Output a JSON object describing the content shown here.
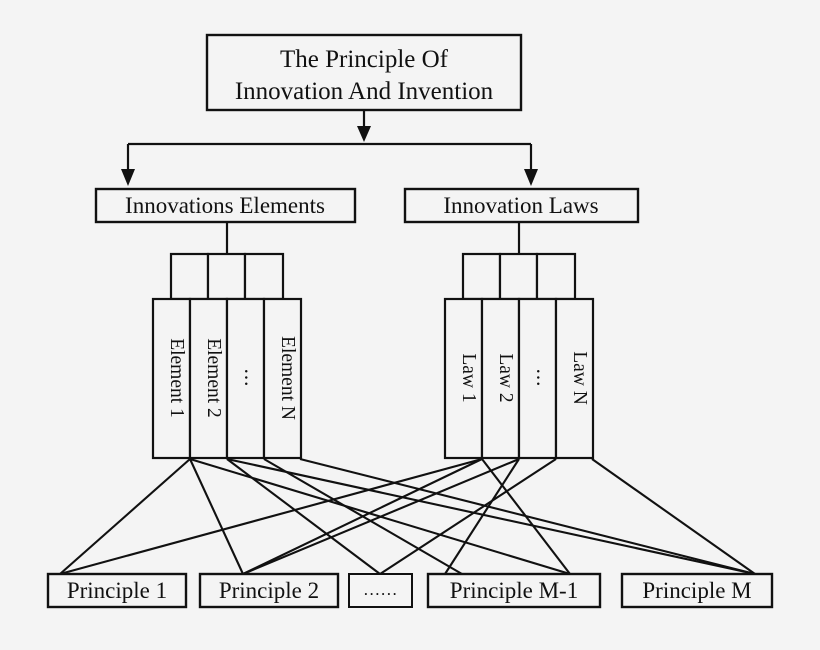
{
  "diagram": {
    "title": "The Principle Of Innovation And Invention",
    "title_line1": "The Principle Of",
    "title_line2": "Innovation And Invention",
    "branches": [
      {
        "id": "innovations-elements",
        "label": "Innovations Elements"
      },
      {
        "id": "innovation-laws",
        "label": "Innovation Laws"
      }
    ],
    "element_stack": {
      "heading": "Innovations Elements",
      "items": [
        {
          "label": "Element 1",
          "kind": "item"
        },
        {
          "label": "Element 2",
          "kind": "item"
        },
        {
          "label": "...",
          "kind": "ellipsis"
        },
        {
          "label": "Element N",
          "kind": "item"
        }
      ],
      "stub_count": 3
    },
    "law_stack": {
      "heading": "Innovation Laws",
      "items": [
        {
          "label": "Law 1",
          "kind": "item"
        },
        {
          "label": "Law 2",
          "kind": "item"
        },
        {
          "label": "...",
          "kind": "ellipsis"
        },
        {
          "label": "Law N",
          "kind": "item"
        }
      ],
      "stub_count": 3
    },
    "principles": [
      {
        "label": "Principle 1",
        "kind": "item"
      },
      {
        "label": "Principle 2",
        "kind": "item"
      },
      {
        "label": "......",
        "kind": "ellipsis"
      },
      {
        "label": "Principle M-1",
        "kind": "item"
      },
      {
        "label": "Principle M",
        "kind": "item"
      }
    ],
    "colors": {
      "background": "#f4f4f4",
      "stroke": "#111111",
      "box_fill": "#f4f4f4",
      "text": "#111111"
    }
  }
}
